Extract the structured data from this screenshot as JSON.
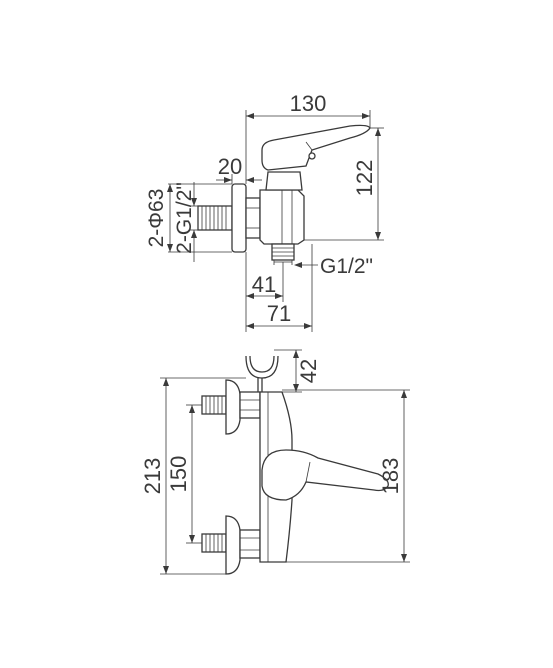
{
  "side_view": {
    "dims": {
      "width_total": "130",
      "height": "122",
      "offset": "20",
      "inlet_diameter": "2-Φ63",
      "inlet_thread": "2-G1/2\"",
      "outlet_thread": "G1/2\"",
      "outlet_offset": "41",
      "depth": "71"
    }
  },
  "front_view": {
    "dims": {
      "holder_height": "42",
      "total_height": "213",
      "inlet_spacing": "150",
      "body_height": "183"
    }
  }
}
